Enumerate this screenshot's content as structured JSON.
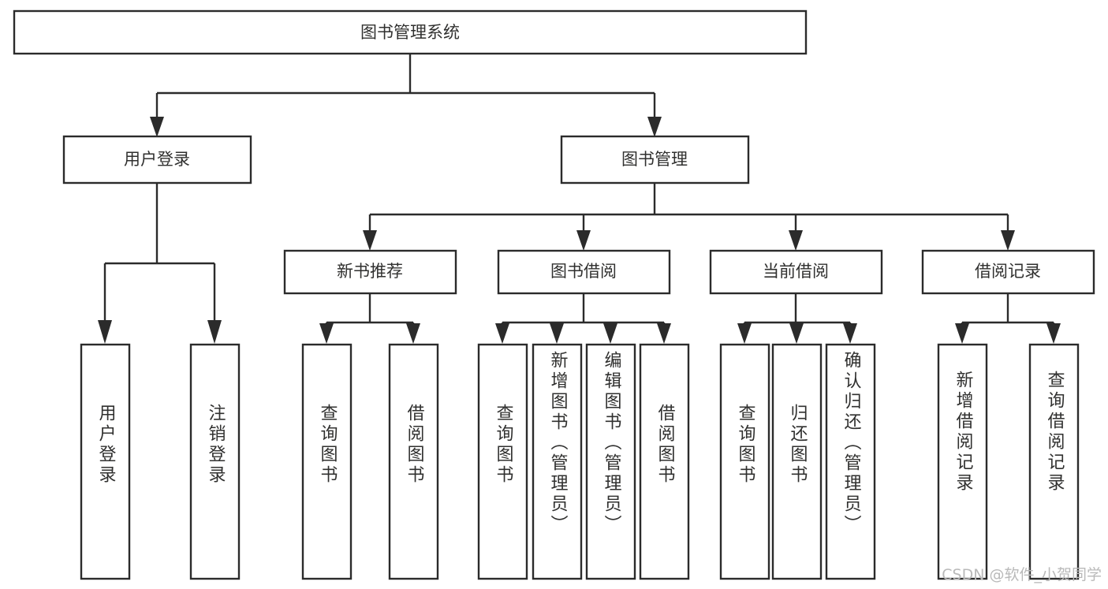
{
  "diagram": {
    "type": "tree",
    "title": "图书管理系统",
    "watermark": "CSDN @软件_小贺同学",
    "colors": {
      "background": "#ffffff",
      "box_fill": "#ffffff",
      "box_stroke": "#2b2b2b",
      "text": "#30302f",
      "watermark_text": "#b9b9b9"
    },
    "levels": {
      "root": {
        "label": "图书管理系统",
        "orientation": "horizontal"
      },
      "level2": [
        {
          "label": "用户登录",
          "orientation": "horizontal"
        },
        {
          "label": "图书管理",
          "orientation": "horizontal"
        }
      ],
      "level3": [
        {
          "label": "新书推荐",
          "orientation": "horizontal"
        },
        {
          "label": "图书借阅",
          "orientation": "horizontal"
        },
        {
          "label": "当前借阅",
          "orientation": "horizontal"
        },
        {
          "label": "借阅记录",
          "orientation": "horizontal"
        }
      ],
      "leaves": {
        "user_login": [
          {
            "label": "用户登录",
            "orientation": "vertical"
          },
          {
            "label": "注销登录",
            "orientation": "vertical"
          }
        ],
        "new_book_recommend": [
          {
            "label": "查询图书",
            "orientation": "vertical"
          },
          {
            "label": "借阅图书",
            "orientation": "vertical"
          }
        ],
        "book_borrow": [
          {
            "label": "查询图书",
            "orientation": "vertical"
          },
          {
            "label": "新增图书（管理员）",
            "orientation": "vertical"
          },
          {
            "label": "编辑图书（管理员）",
            "orientation": "vertical"
          },
          {
            "label": "借阅图书",
            "orientation": "vertical"
          }
        ],
        "current_borrow": [
          {
            "label": "查询图书",
            "orientation": "vertical"
          },
          {
            "label": "归还图书",
            "orientation": "vertical"
          },
          {
            "label": "确认归还（管理员）",
            "orientation": "vertical"
          }
        ],
        "borrow_record": [
          {
            "label": "新增借阅记录",
            "orientation": "vertical"
          },
          {
            "label": "查询借阅记录",
            "orientation": "vertical"
          }
        ]
      }
    }
  }
}
